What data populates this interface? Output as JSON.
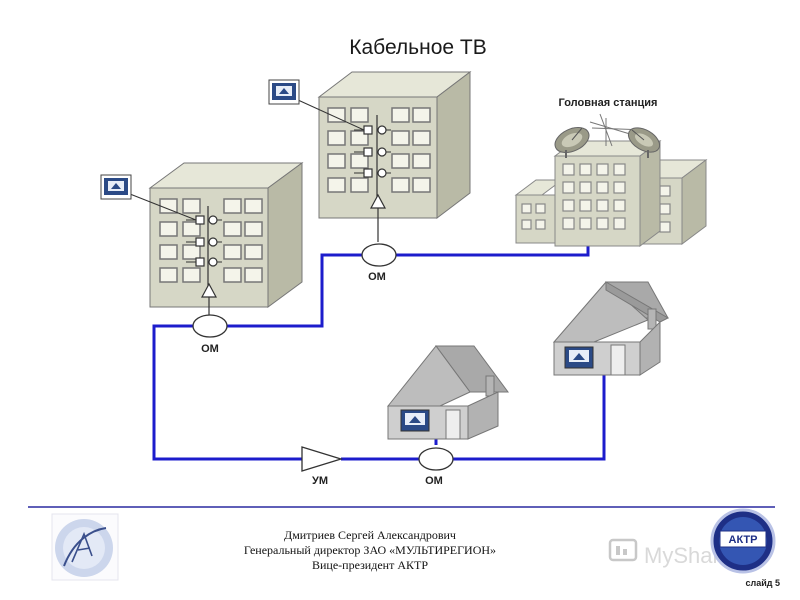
{
  "title": "Кабельное ТВ",
  "headend_label": "Головная станция",
  "labels": {
    "om": "ОМ",
    "um": "УМ"
  },
  "footer": {
    "line1": "Дмитриев Сергей Александрович",
    "line2": "Генеральный директор ЗАО «МУЛЬТИРЕГИОН»",
    "line3": "Вице-президент АКТР"
  },
  "badge_text": "АКТР",
  "watermark": "MyShared",
  "slide_number": "слайд 5",
  "colors": {
    "cable": "#1c1ccc",
    "building_front": "#d6d7c6",
    "building_side": "#b9baa6",
    "house": "#c9c9c9",
    "rule": "#2a2aa0"
  }
}
